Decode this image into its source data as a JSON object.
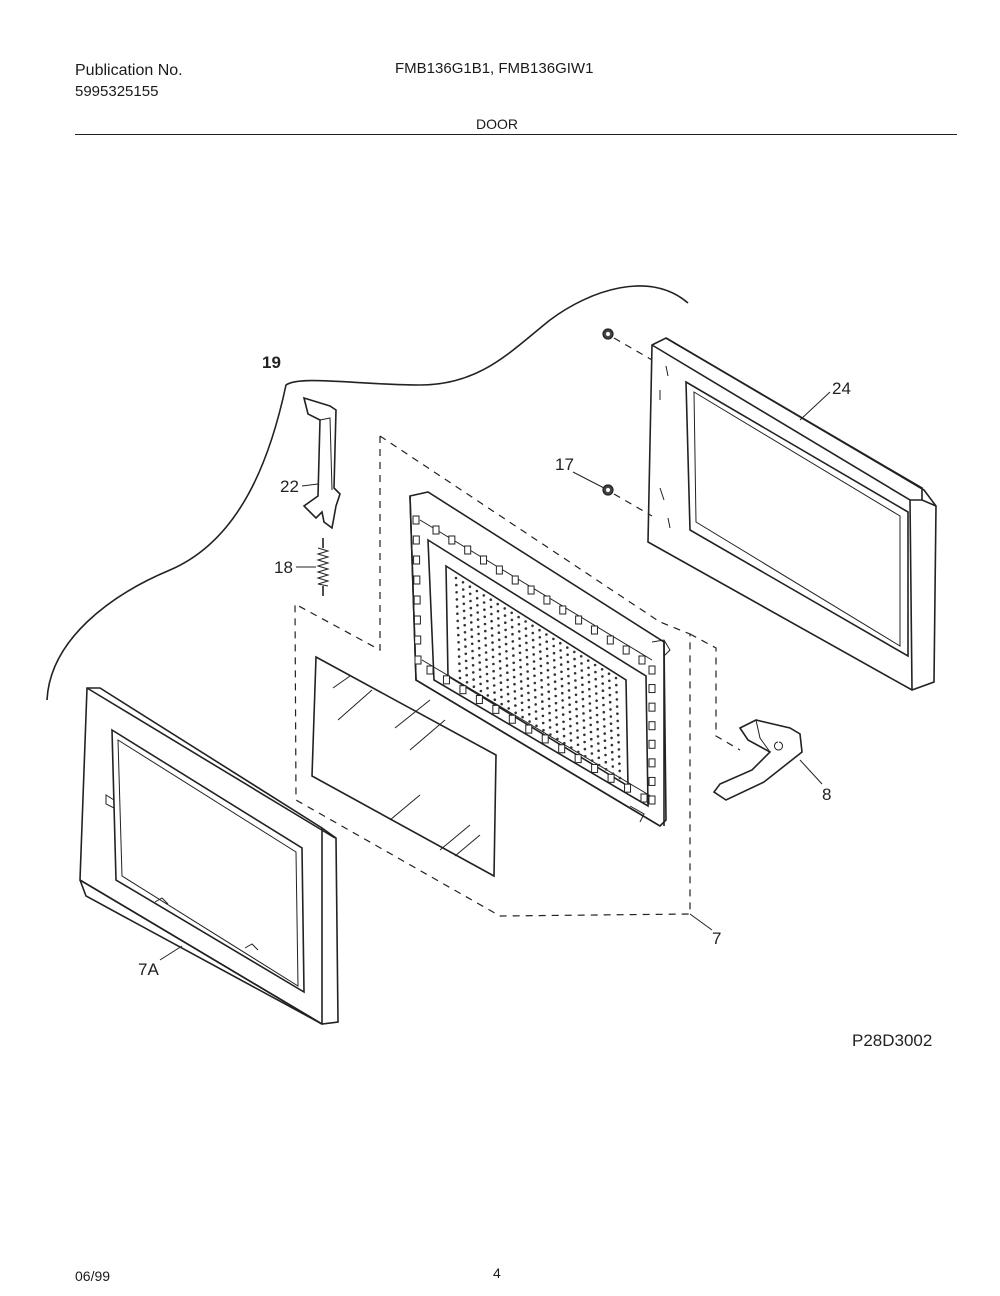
{
  "header": {
    "publication_label": "Publication No.",
    "publication_number": "5995325155",
    "models": "FMB136G1B1, FMB136GIW1",
    "section": "DOOR"
  },
  "diagram": {
    "callouts": {
      "assembly": "19",
      "latch": "22",
      "spring": "18",
      "screw": "17",
      "choke_frame": "24",
      "hinge": "8",
      "door_assembly": "7",
      "door_frame": "7A"
    },
    "drawing_id": "P28D3002"
  },
  "footer": {
    "date": "06/99",
    "page": "4"
  }
}
